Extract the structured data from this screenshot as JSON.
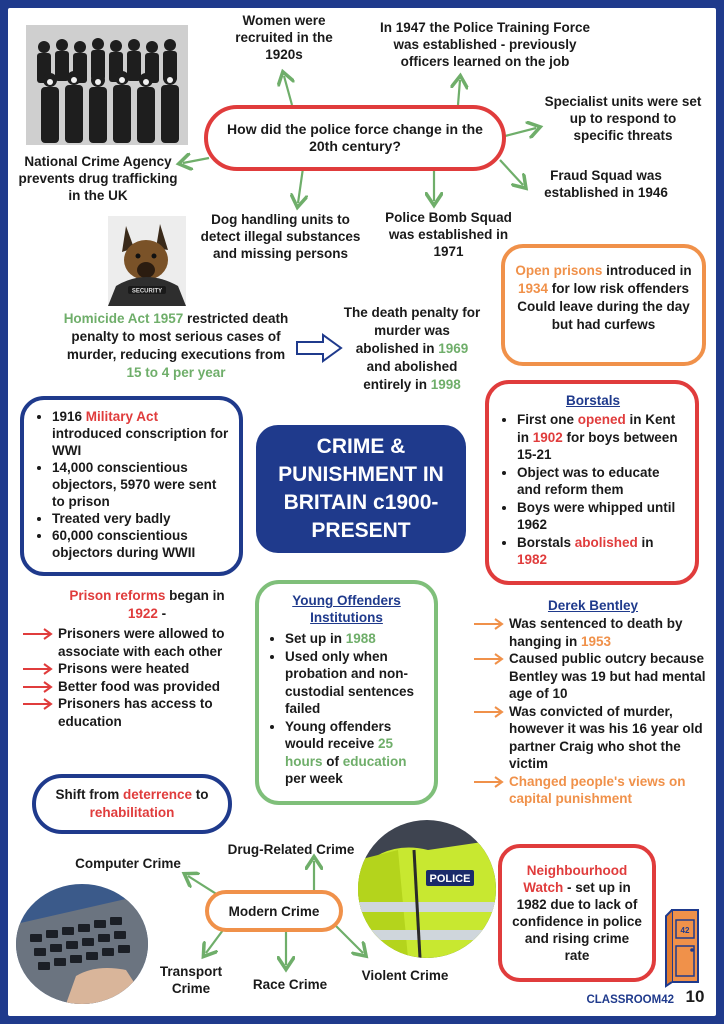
{
  "main_question": "How did the police force change in the 20th century?",
  "women": "Women were recruited in the 1920s",
  "training": "In 1947 the Police Training Force was established - previously officers learned on the job",
  "specialist": "Specialist units were set up to respond to specific threats",
  "fraud": "Fraud Squad was established in 1946",
  "bomb": "Police Bomb Squad was established in 1971",
  "dog": "Dog handling units to detect illegal substances and missing persons",
  "nca": "National Crime Agency prevents drug trafficking in the UK",
  "open_prisons": {
    "term": "Open prisons",
    "t1": " introduced in ",
    "year": "1934",
    "t2": " for low risk offenders",
    "t3": "Could leave during the day but had curfews"
  },
  "homicide": {
    "act": "Homicide Act 1957",
    "t1": " restricted death penalty to most serious cases of murder, reducing executions from ",
    "num": "15 to 4 per year"
  },
  "death_penalty": {
    "t1": "The death penalty for murder was abolished in ",
    "y1": "1969",
    "t2": " and abolished entirely in ",
    "y2": "1998"
  },
  "title": "CRIME & PUNISHMENT IN BRITAIN c1900-PRESENT",
  "military": {
    "i1a": "1916 ",
    "i1b": "Military Act",
    "i1c": " introduced conscription for WWI",
    "i2": "14,000 conscientious objectors, 5970 were sent to prison",
    "i3": "Treated very badly",
    "i4": "60,000 conscientious objectors during WWII"
  },
  "borstals": {
    "title": "Borstals",
    "i1a": "First one ",
    "i1b": "opened",
    "i1c": " in Kent in ",
    "i1d": "1902",
    "i1e": " for boys between 15-21",
    "i2": "Object was to educate and reform them",
    "i3": "Boys were whipped until 1962",
    "i4a": "Borstals ",
    "i4b": "abolished",
    "i4c": " in ",
    "i4d": "1982"
  },
  "prison_reforms": {
    "term": "Prison reforms",
    "t1": " began in ",
    "year": "1922",
    "t2": " -",
    "items": [
      "Prisoners were allowed to associate with each other",
      "Prisons were heated",
      "Better food was provided",
      "Prisoners has access to education"
    ]
  },
  "yoi": {
    "title": "Young Offenders Institutions",
    "i1a": "Set up in ",
    "i1b": "1988",
    "i2": "Used only when probation and non-custodial sentences failed",
    "i3a": "Young offenders would receive ",
    "i3b": "25 hours",
    "i3c": " of ",
    "i3d": "education",
    "i3e": " per week"
  },
  "bentley": {
    "title": "Derek Bentley",
    "i1a": "Was sentenced to death by hanging in ",
    "i1b": "1953",
    "i2": "Caused public outcry because Bentley was 19 but had mental age of 10",
    "i3": "Was convicted of murder, however it was his 16 year old partner Craig who shot the victim",
    "i4": "Changed people's  views on capital punishment"
  },
  "shift": {
    "t1": "Shift from ",
    "a": "deterrence",
    "t2": " to ",
    "b": "rehabilitation"
  },
  "modern": {
    "center": "Modern Crime",
    "computer": "Computer Crime",
    "drug": "Drug-Related Crime",
    "transport": "Transport Crime",
    "race": "Race Crime",
    "violent": "Violent Crime"
  },
  "watch": {
    "term": "Neighbourhood Watch",
    "t1": " - set up in 1982 due to lack of confidence in police and rising crime rate"
  },
  "images": {
    "vest_text": "POLICE",
    "dog_collar": "SECURITY",
    "door_number": "42"
  },
  "footer": {
    "brand": "CLASSROOM42",
    "page": "10"
  },
  "colors": {
    "red": "#e03c3c",
    "green": "#6fae6a",
    "orange": "#f0914a",
    "navy": "#1f3a8c"
  }
}
